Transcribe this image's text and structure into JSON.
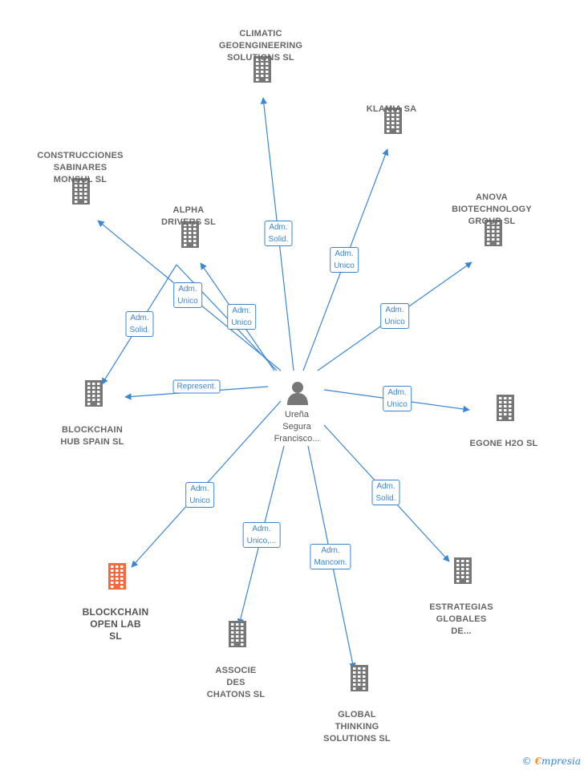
{
  "center": {
    "name": "Ureña\nSegura\nFrancisco..."
  },
  "companies": [
    {
      "id": "climatic",
      "name": "CLIMATIC\nGEOENGINEERING\nSOLUTIONS SL",
      "highlight": false
    },
    {
      "id": "klamia",
      "name": "KLAMIA SA",
      "highlight": false
    },
    {
      "id": "construcciones",
      "name": "CONSTRUCCIONES\nSABINARES\nMONSUL SL",
      "highlight": false
    },
    {
      "id": "alpha",
      "name": "ALPHA\nDRIVERS  SL",
      "highlight": false
    },
    {
      "id": "anova",
      "name": "ANOVA\nBIOTECHNOLOGY\nGROUP SL",
      "highlight": false
    },
    {
      "id": "blockchain-hub",
      "name": "BLOCKCHAIN\nHUB SPAIN  SL",
      "highlight": false
    },
    {
      "id": "egone",
      "name": "EGONE H2O SL",
      "highlight": false
    },
    {
      "id": "blockchain-open",
      "name": "BLOCKCHAIN\nOPEN LAB\nSL",
      "highlight": true
    },
    {
      "id": "estrategias",
      "name": "ESTRATEGIAS\nGLOBALES\nDE...",
      "highlight": false
    },
    {
      "id": "associe",
      "name": "ASSOCIE\nDES\nCHATONS SL",
      "highlight": false
    },
    {
      "id": "global",
      "name": "GLOBAL\nTHINKING\nSOLUTIONS SL",
      "highlight": false
    }
  ],
  "relations": [
    {
      "id": "r-climatic",
      "label": "Adm.\nSolid."
    },
    {
      "id": "r-klamia",
      "label": "Adm.\nUnico"
    },
    {
      "id": "r-construcciones",
      "label": "Adm.\nUnico"
    },
    {
      "id": "r-alpha",
      "label": "Adm.\nUnico"
    },
    {
      "id": "r-alpha-hub",
      "label": "Adm.\nSolid."
    },
    {
      "id": "r-anova",
      "label": "Adm.\nUnico"
    },
    {
      "id": "r-hub",
      "label": "Represent."
    },
    {
      "id": "r-egone",
      "label": "Adm.\nUnico"
    },
    {
      "id": "r-open",
      "label": "Adm.\nUnico"
    },
    {
      "id": "r-estrategias",
      "label": "Adm.\nSolid."
    },
    {
      "id": "r-associe",
      "label": "Adm.\nUnico,..."
    },
    {
      "id": "r-global",
      "label": "Adm.\nMancom."
    }
  ],
  "colors": {
    "edge": "#3a86d6",
    "building": "#777777",
    "building_highlight": "#f26a3d",
    "person": "#777777"
  },
  "footer": {
    "copyright": "©",
    "brand_e": "€",
    "brand_rest": "mpresia"
  }
}
